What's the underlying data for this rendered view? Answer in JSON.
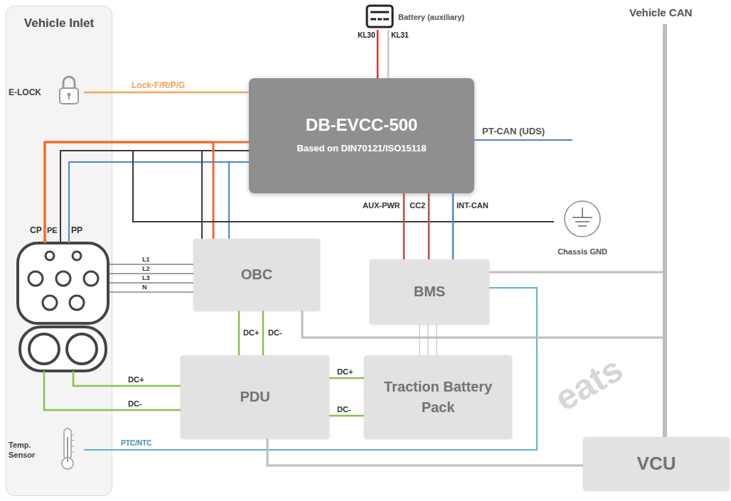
{
  "diagram": {
    "nodes": [
      {
        "text": [
          "Vehicle Inlet"
        ]
      },
      {
        "text": [
          "E-LOCK"
        ],
        "in": 0
      },
      {
        "text": [
          "Temp. Sensor"
        ],
        "in": 0
      },
      {
        "text": [
          "Battery (auxiliary)"
        ]
      },
      {
        "text": [
          "DB-EVCC-500",
          "Based on DIN70121/ISO15118"
        ]
      },
      {
        "text": [
          "Chassis GND"
        ]
      },
      {
        "text": [
          "OBC"
        ]
      },
      {
        "text": [
          "BMS"
        ]
      },
      {
        "text": [
          "PDU"
        ]
      },
      {
        "text": [
          "Traction Battery Pack"
        ]
      },
      {
        "text": [
          "VCU"
        ]
      }
    ],
    "edges": [
      {
        "from": 1,
        "to": 4,
        "label": "Lock-F/R/P/G",
        "arrow": "none"
      },
      {
        "from": 3,
        "to": 4,
        "label": "KL30",
        "arrow": "none"
      },
      {
        "from": 3,
        "to": 4,
        "label": "KL31",
        "arrow": "none"
      },
      {
        "from": 0,
        "to": 4,
        "arrow": "none"
      },
      {
        "from": 0,
        "to": 4,
        "arrow": "none"
      },
      {
        "from": 0,
        "to": 4,
        "arrow": "none"
      },
      {
        "from": 0,
        "to": 6,
        "arrow": "none"
      },
      {
        "from": 0,
        "to": 6,
        "arrow": "none"
      },
      {
        "from": 0,
        "to": 6,
        "arrow": "none"
      },
      {
        "from": 0,
        "to": 5,
        "arrow": "none"
      },
      {
        "from": 0,
        "to": 6,
        "label": "L1",
        "arrow": "none"
      },
      {
        "from": 0,
        "to": 6,
        "label": "L2",
        "arrow": "none"
      },
      {
        "from": 0,
        "to": 6,
        "label": "L3",
        "arrow": "none"
      },
      {
        "from": 0,
        "to": 6,
        "label": "N",
        "arrow": "none"
      },
      {
        "from": 0,
        "to": 8,
        "label": "DC+",
        "arrow": "none"
      },
      {
        "from": 0,
        "to": 8,
        "label": "DC-",
        "arrow": "none"
      },
      {
        "from": 6,
        "to": 8,
        "label": "DC+",
        "arrow": "none"
      },
      {
        "from": 6,
        "to": 8,
        "label": "DC-",
        "arrow": "none"
      },
      {
        "from": 8,
        "to": 9,
        "label": "DC+",
        "arrow": "none"
      },
      {
        "from": 8,
        "to": 9,
        "label": "DC-",
        "arrow": "none"
      },
      {
        "from": 7,
        "to": 9,
        "arrow": "none"
      },
      {
        "from": 7,
        "to": 9,
        "arrow": "none"
      },
      {
        "from": 7,
        "to": 9,
        "arrow": "none"
      },
      {
        "from": 4,
        "to": 7,
        "label": "AUX-PWR",
        "arrow": "none"
      },
      {
        "from": 4,
        "to": 7,
        "label": "CC2",
        "arrow": "none"
      },
      {
        "from": 4,
        "to": 7,
        "label": "INT-CAN",
        "arrow": "none"
      },
      {
        "from": 2,
        "to": 7,
        "label": "PTC/NTC",
        "arrow": "none"
      },
      {
        "from": 6,
        "to": 10,
        "arrow": "none"
      },
      {
        "from": 7,
        "to": 10,
        "arrow": "none"
      },
      {
        "from": 8,
        "to": 10,
        "arrow": "none"
      }
    ],
    "labels": [
      "CP",
      "PE",
      "PP",
      "PT-CAN (UDS)",
      "Vehicle CAN",
      "eats"
    ]
  }
}
